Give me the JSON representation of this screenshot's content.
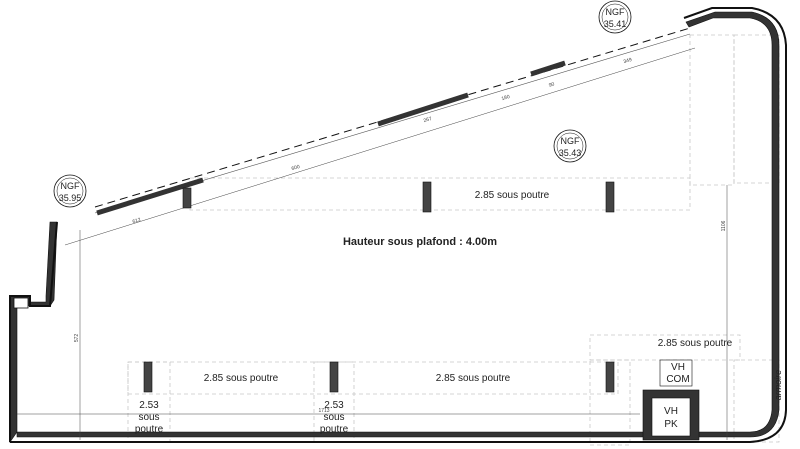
{
  "plan": {
    "main_label": "Hauteur sous plafond : 4.00m",
    "ngf": [
      {
        "title": "NGF",
        "value": "35.95"
      },
      {
        "title": "NGF",
        "value": "35.41"
      },
      {
        "title": "NGF",
        "value": "35.43"
      }
    ],
    "beam_labels": {
      "top": "2.85 sous poutre",
      "right": "2.85 sous poutre",
      "bottom_left": "2.85 sous poutre",
      "bottom_mid": "2.85 sous poutre"
    },
    "low_beams": [
      {
        "value": "2.53",
        "line2": "sous",
        "line3": "poutre"
      },
      {
        "value": "2.53",
        "line2": "sous",
        "line3": "poutre"
      }
    ],
    "shafts": [
      {
        "line1": "VH",
        "line2": "COM"
      },
      {
        "line1": "VH",
        "line2": "PK"
      }
    ],
    "armoire": "armoire",
    "dimensions": {
      "d612": "612",
      "d600": "600",
      "d267": "267",
      "d180": "180",
      "d90": "90",
      "d349": "349",
      "d1106": "1106",
      "d572": "572",
      "d1713": "1713"
    }
  }
}
